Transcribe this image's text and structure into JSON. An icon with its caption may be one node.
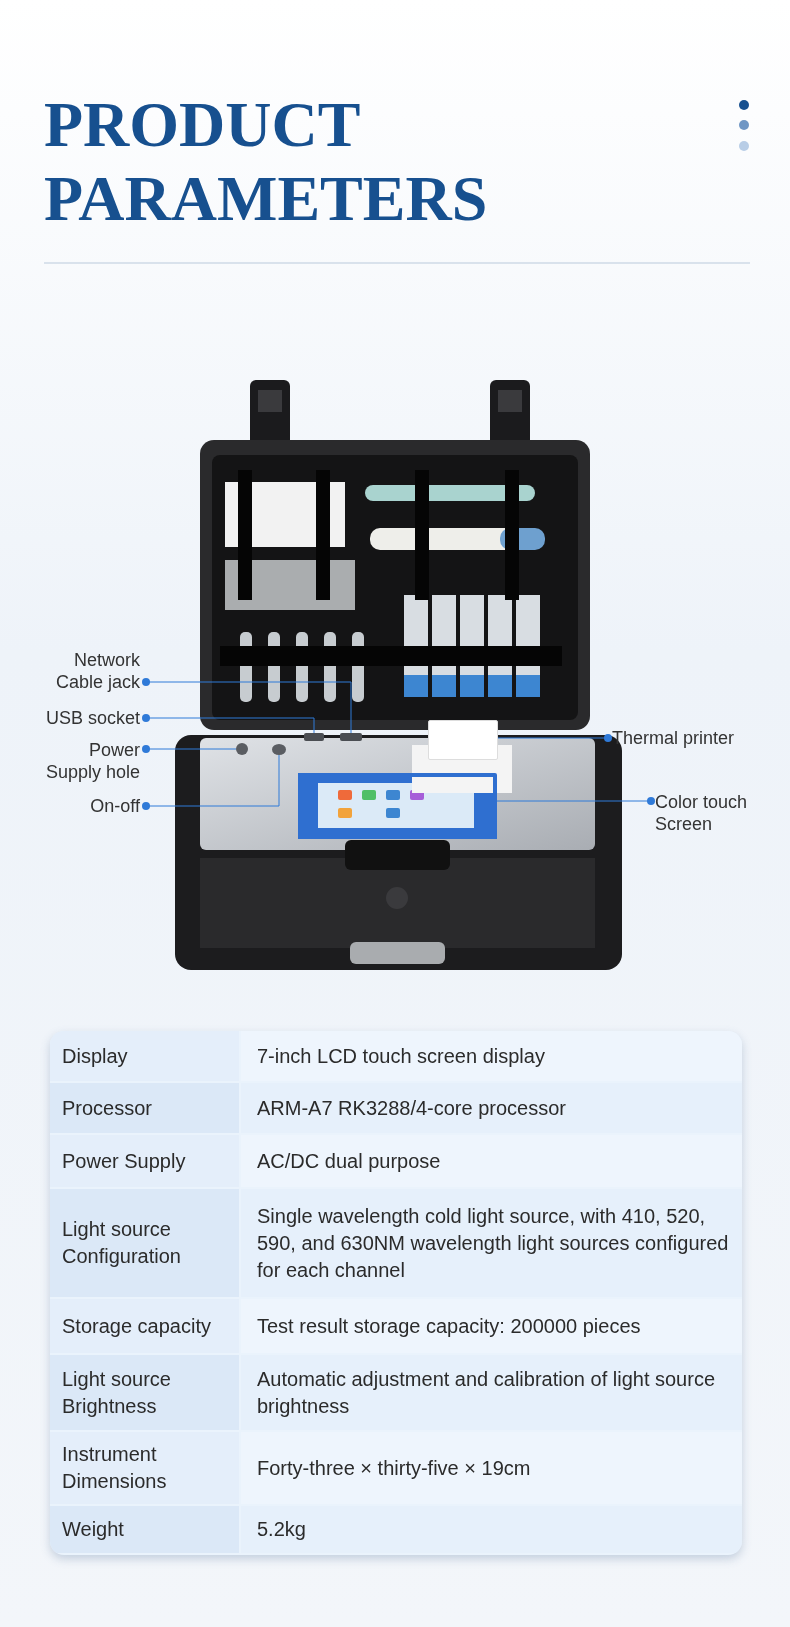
{
  "diagram": {
    "title": "PRODUCT PARAMETERS",
    "nodes": [
      {
        "text": [
          "Network Cable jack"
        ]
      },
      {
        "text": [
          "USB socket"
        ]
      },
      {
        "text": [
          "Power Supply hole"
        ]
      },
      {
        "text": [
          "On-off"
        ]
      },
      {
        "text": [
          "Thermal printer"
        ]
      },
      {
        "text": [
          "Color touch Screen"
        ]
      },
      {
        "text": [],
        "shape": "circle"
      },
      {
        "text": [],
        "shape": "circle"
      },
      {
        "text": [],
        "shape": "box"
      },
      {
        "text": [],
        "shape": "box"
      },
      {
        "text": [],
        "shape": "box"
      },
      {
        "text": [],
        "shape": "box"
      }
    ],
    "edges": [
      {
        "from": 0,
        "to": 10,
        "arrow": "other"
      },
      {
        "from": 1,
        "to": 9,
        "arrow": "other"
      },
      {
        "from": 2,
        "to": 6,
        "arrow": "other"
      },
      {
        "from": 3,
        "to": 7,
        "arrow": "other"
      },
      {
        "from": 4,
        "to": 11,
        "arrow": "other"
      },
      {
        "from": 5,
        "to": 8,
        "arrow": "other"
      }
    ],
    "labels": [
      "Display",
      "7-inch LCD touch screen display",
      "Processor",
      "ARM-A7 RK3288/4-core processor",
      "Power Supply",
      "AC/DC dual purpose",
      "Light source Configuration",
      "Single wavelength cold light source, with 410, 520, 590, and 630NM wavelength light sources configured for each channel",
      "Storage capacity",
      "Test result storage capacity: 200000 pieces",
      "Light source Brightness",
      "Automatic adjustment and calibration of light source brightness",
      "Instrument Dimensions",
      "Forty-three × thirty-five × 19cm",
      "Weight",
      "5.2kg"
    ]
  }
}
